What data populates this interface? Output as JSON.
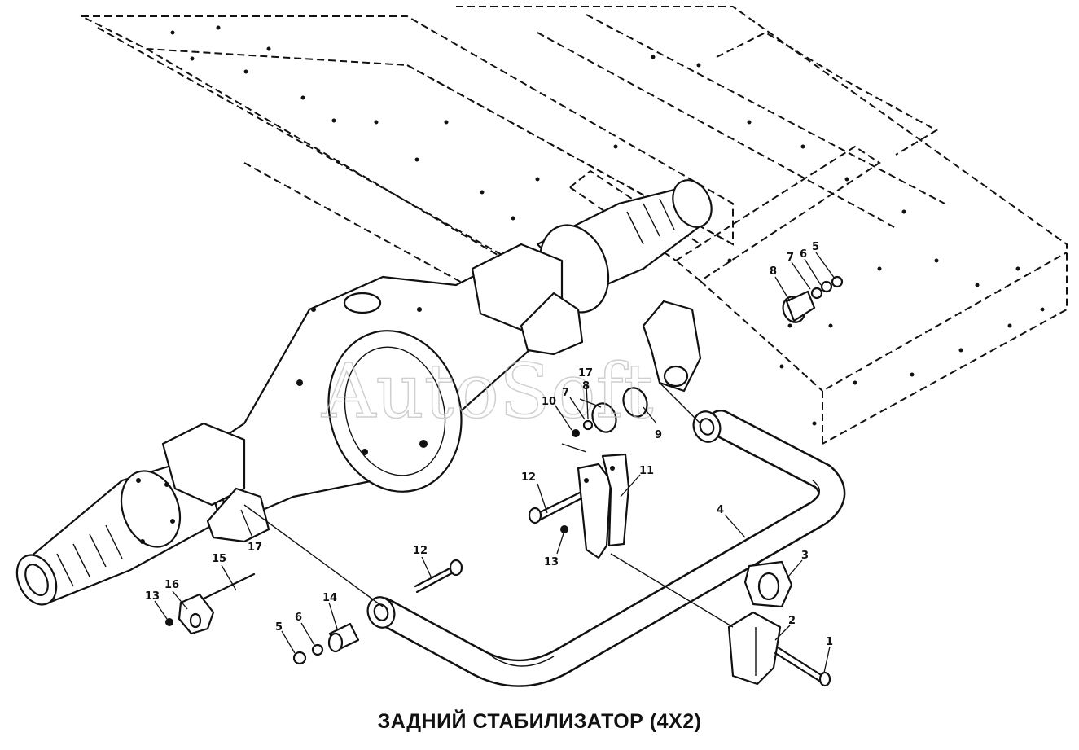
{
  "caption": "ЗАДНИЙ СТАБИЛИЗАТОР (4X2)",
  "watermark": "AutoSoft",
  "callouts": [
    {
      "id": "c8a",
      "text": "8"
    },
    {
      "id": "c7a",
      "text": "7"
    },
    {
      "id": "c6a",
      "text": "6"
    },
    {
      "id": "c5a",
      "text": "5"
    },
    {
      "id": "c17a",
      "text": "17"
    },
    {
      "id": "c8b",
      "text": "8"
    },
    {
      "id": "c10",
      "text": "10"
    },
    {
      "id": "c7b",
      "text": "7"
    },
    {
      "id": "c9",
      "text": "9"
    },
    {
      "id": "c12a",
      "text": "12"
    },
    {
      "id": "c11",
      "text": "11"
    },
    {
      "id": "c13a",
      "text": "13"
    },
    {
      "id": "c4",
      "text": "4"
    },
    {
      "id": "c17b",
      "text": "17"
    },
    {
      "id": "c12b",
      "text": "12"
    },
    {
      "id": "c15",
      "text": "15"
    },
    {
      "id": "c16",
      "text": "16"
    },
    {
      "id": "c13b",
      "text": "13"
    },
    {
      "id": "c14",
      "text": "14"
    },
    {
      "id": "c5b",
      "text": "5"
    },
    {
      "id": "c6b",
      "text": "6"
    },
    {
      "id": "c3",
      "text": "3"
    },
    {
      "id": "c2",
      "text": "2"
    },
    {
      "id": "c1",
      "text": "1"
    }
  ]
}
